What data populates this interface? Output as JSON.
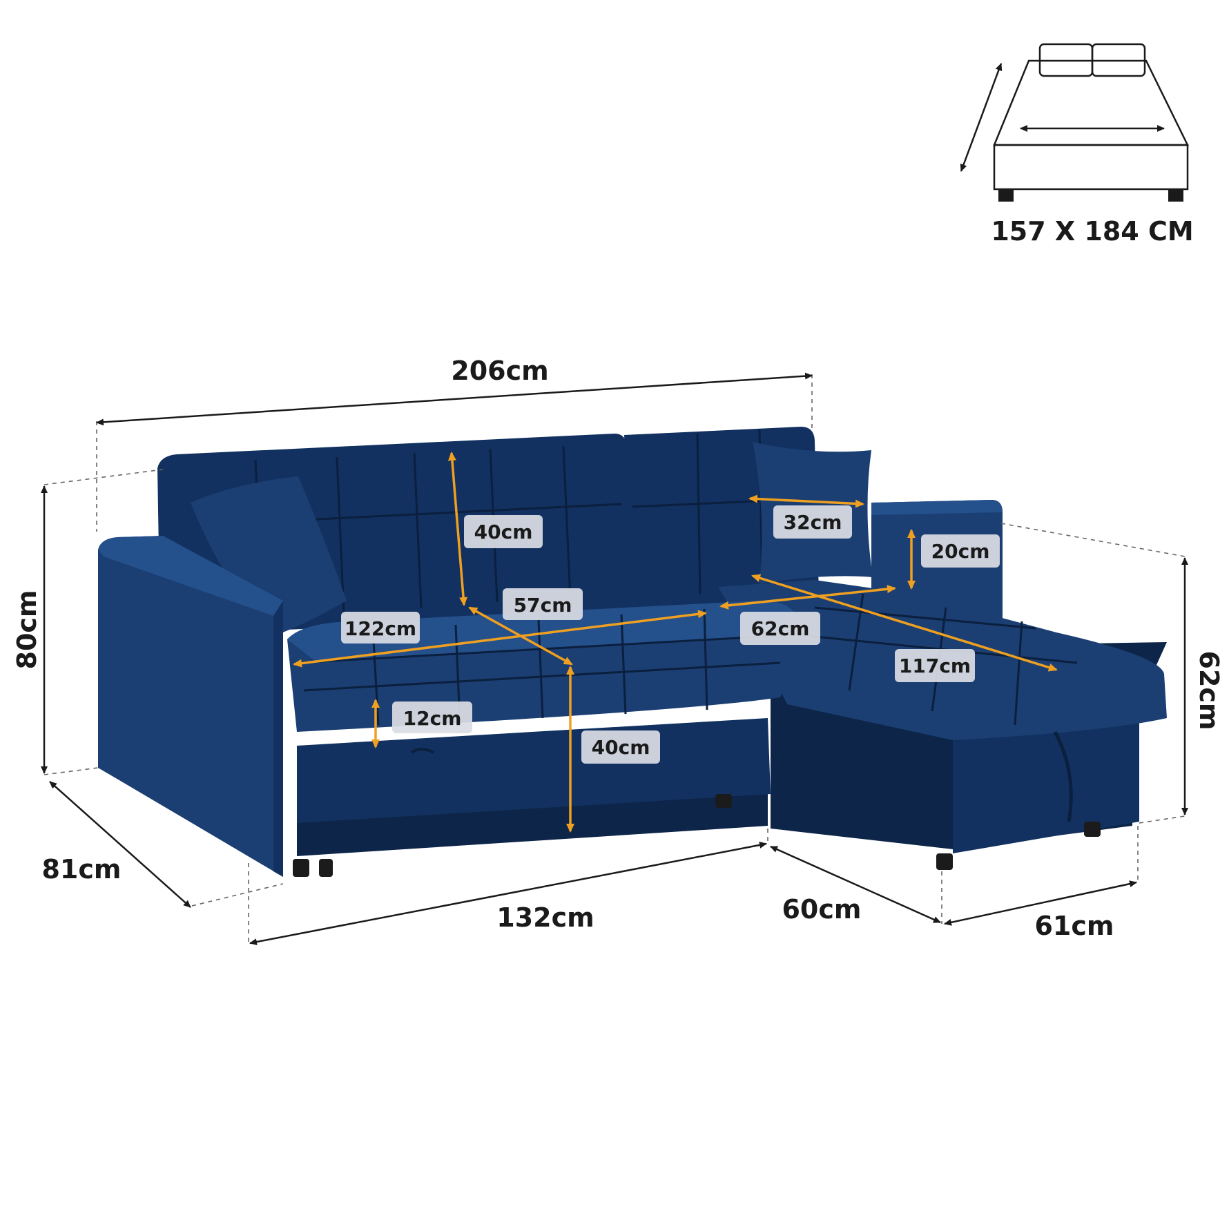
{
  "bed": {
    "label": "157 X 184 CM"
  },
  "dimensions": {
    "overall_width": "206cm",
    "height": "80cm",
    "depth": "81cm",
    "base_length": "132cm",
    "chaise_gap": "60cm",
    "chaise_width": "61cm",
    "chaise_height": "62cm",
    "back_height": "40cm",
    "seat_depth": "57cm",
    "seat_width": "122cm",
    "seat_height": "40cm",
    "cushion_thickness": "12cm",
    "pillow_width": "32cm",
    "arm_height": "20cm",
    "chaise_inner_width": "62cm",
    "chaise_length": "117cm"
  },
  "colors": {
    "upholstery": "#1b3f73",
    "arrow": "#f0a020",
    "line": "#1a1a1a"
  }
}
